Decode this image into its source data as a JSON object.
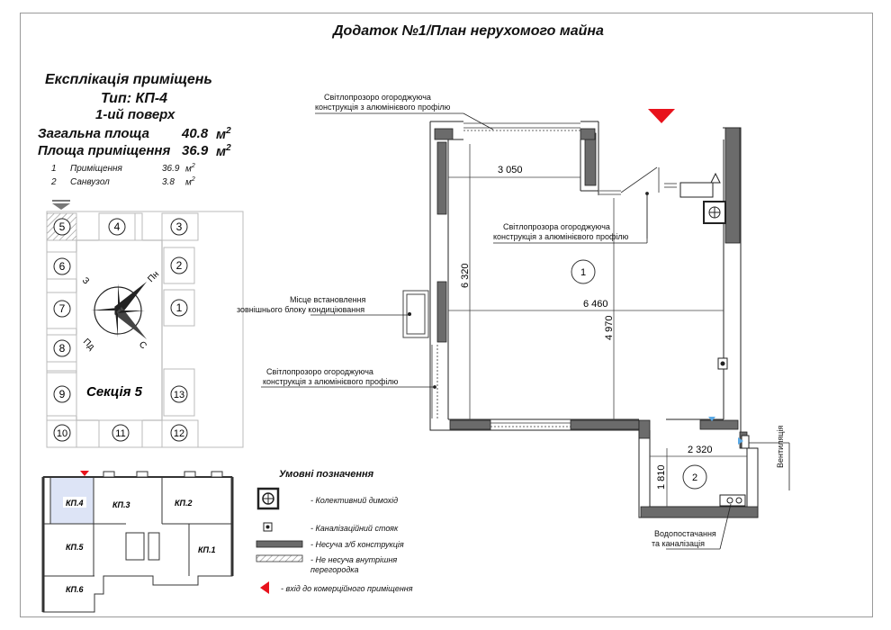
{
  "header": {
    "title": "Додаток №1/План нерухомого майна"
  },
  "explication": {
    "title": "Експлікація приміщень",
    "type": "Тип: КП-4",
    "floor": "1-ий поверх",
    "total_label": "Загальна площа",
    "total_value": "40.8",
    "room_label": "Площа приміщення",
    "room_value": "36.9",
    "unit_big": "м",
    "unit_sup": "2",
    "rooms": [
      {
        "no": "1",
        "name": "Приміщення",
        "area": "36.9",
        "unit": "м",
        "sup": "2"
      },
      {
        "no": "2",
        "name": "Санвузол",
        "area": "3.8",
        "unit": "м",
        "sup": "2"
      }
    ]
  },
  "section": {
    "label": "Секція 5",
    "numbers": [
      "1",
      "2",
      "3",
      "4",
      "5",
      "6",
      "7",
      "8",
      "9",
      "10",
      "11",
      "12",
      "13"
    ],
    "compass": {
      "n": "Пн",
      "s": "С",
      "w": "З",
      "sw": "Пд"
    }
  },
  "key_plan": {
    "units": [
      "КП.1",
      "КП.2",
      "КП.3",
      "КП.4",
      "КП.5",
      "КП.6"
    ]
  },
  "legend": {
    "title": "Умовні позначення",
    "items": [
      "- Колективний димохід",
      "- Каналізаційний стояк",
      "- Несуча з/б конструкція",
      "- Не несуча внутрішня перегородка",
      "- вхід до комерційного приміщення"
    ]
  },
  "plan": {
    "rooms": [
      "1",
      "2"
    ],
    "dims": {
      "top": "3 050",
      "left": "6 320",
      "mid": "6 460",
      "vert": "4 970",
      "bath_w": "2 320",
      "bath_h": "1 810"
    },
    "notes": {
      "glass_top_1": "Світлопрозоро огороджуюча",
      "glass_top_2": "конструкція з алюмінієвого профілю",
      "glass_mid_1": "Світлопрозора огороджуюча",
      "glass_mid_2": "конструкція з алюмінієвого профілю",
      "ac_1": "Місце встановлення",
      "ac_2": "зовнішнього блоку кондиціювання",
      "glass_bot_1": "Світлопрозоро огороджуюча",
      "glass_bot_2": "конструкція з алюмінієвого профілю",
      "vent": "Вентиляція",
      "water_1": "Водопостачання",
      "water_2": "та каналізація"
    }
  }
}
